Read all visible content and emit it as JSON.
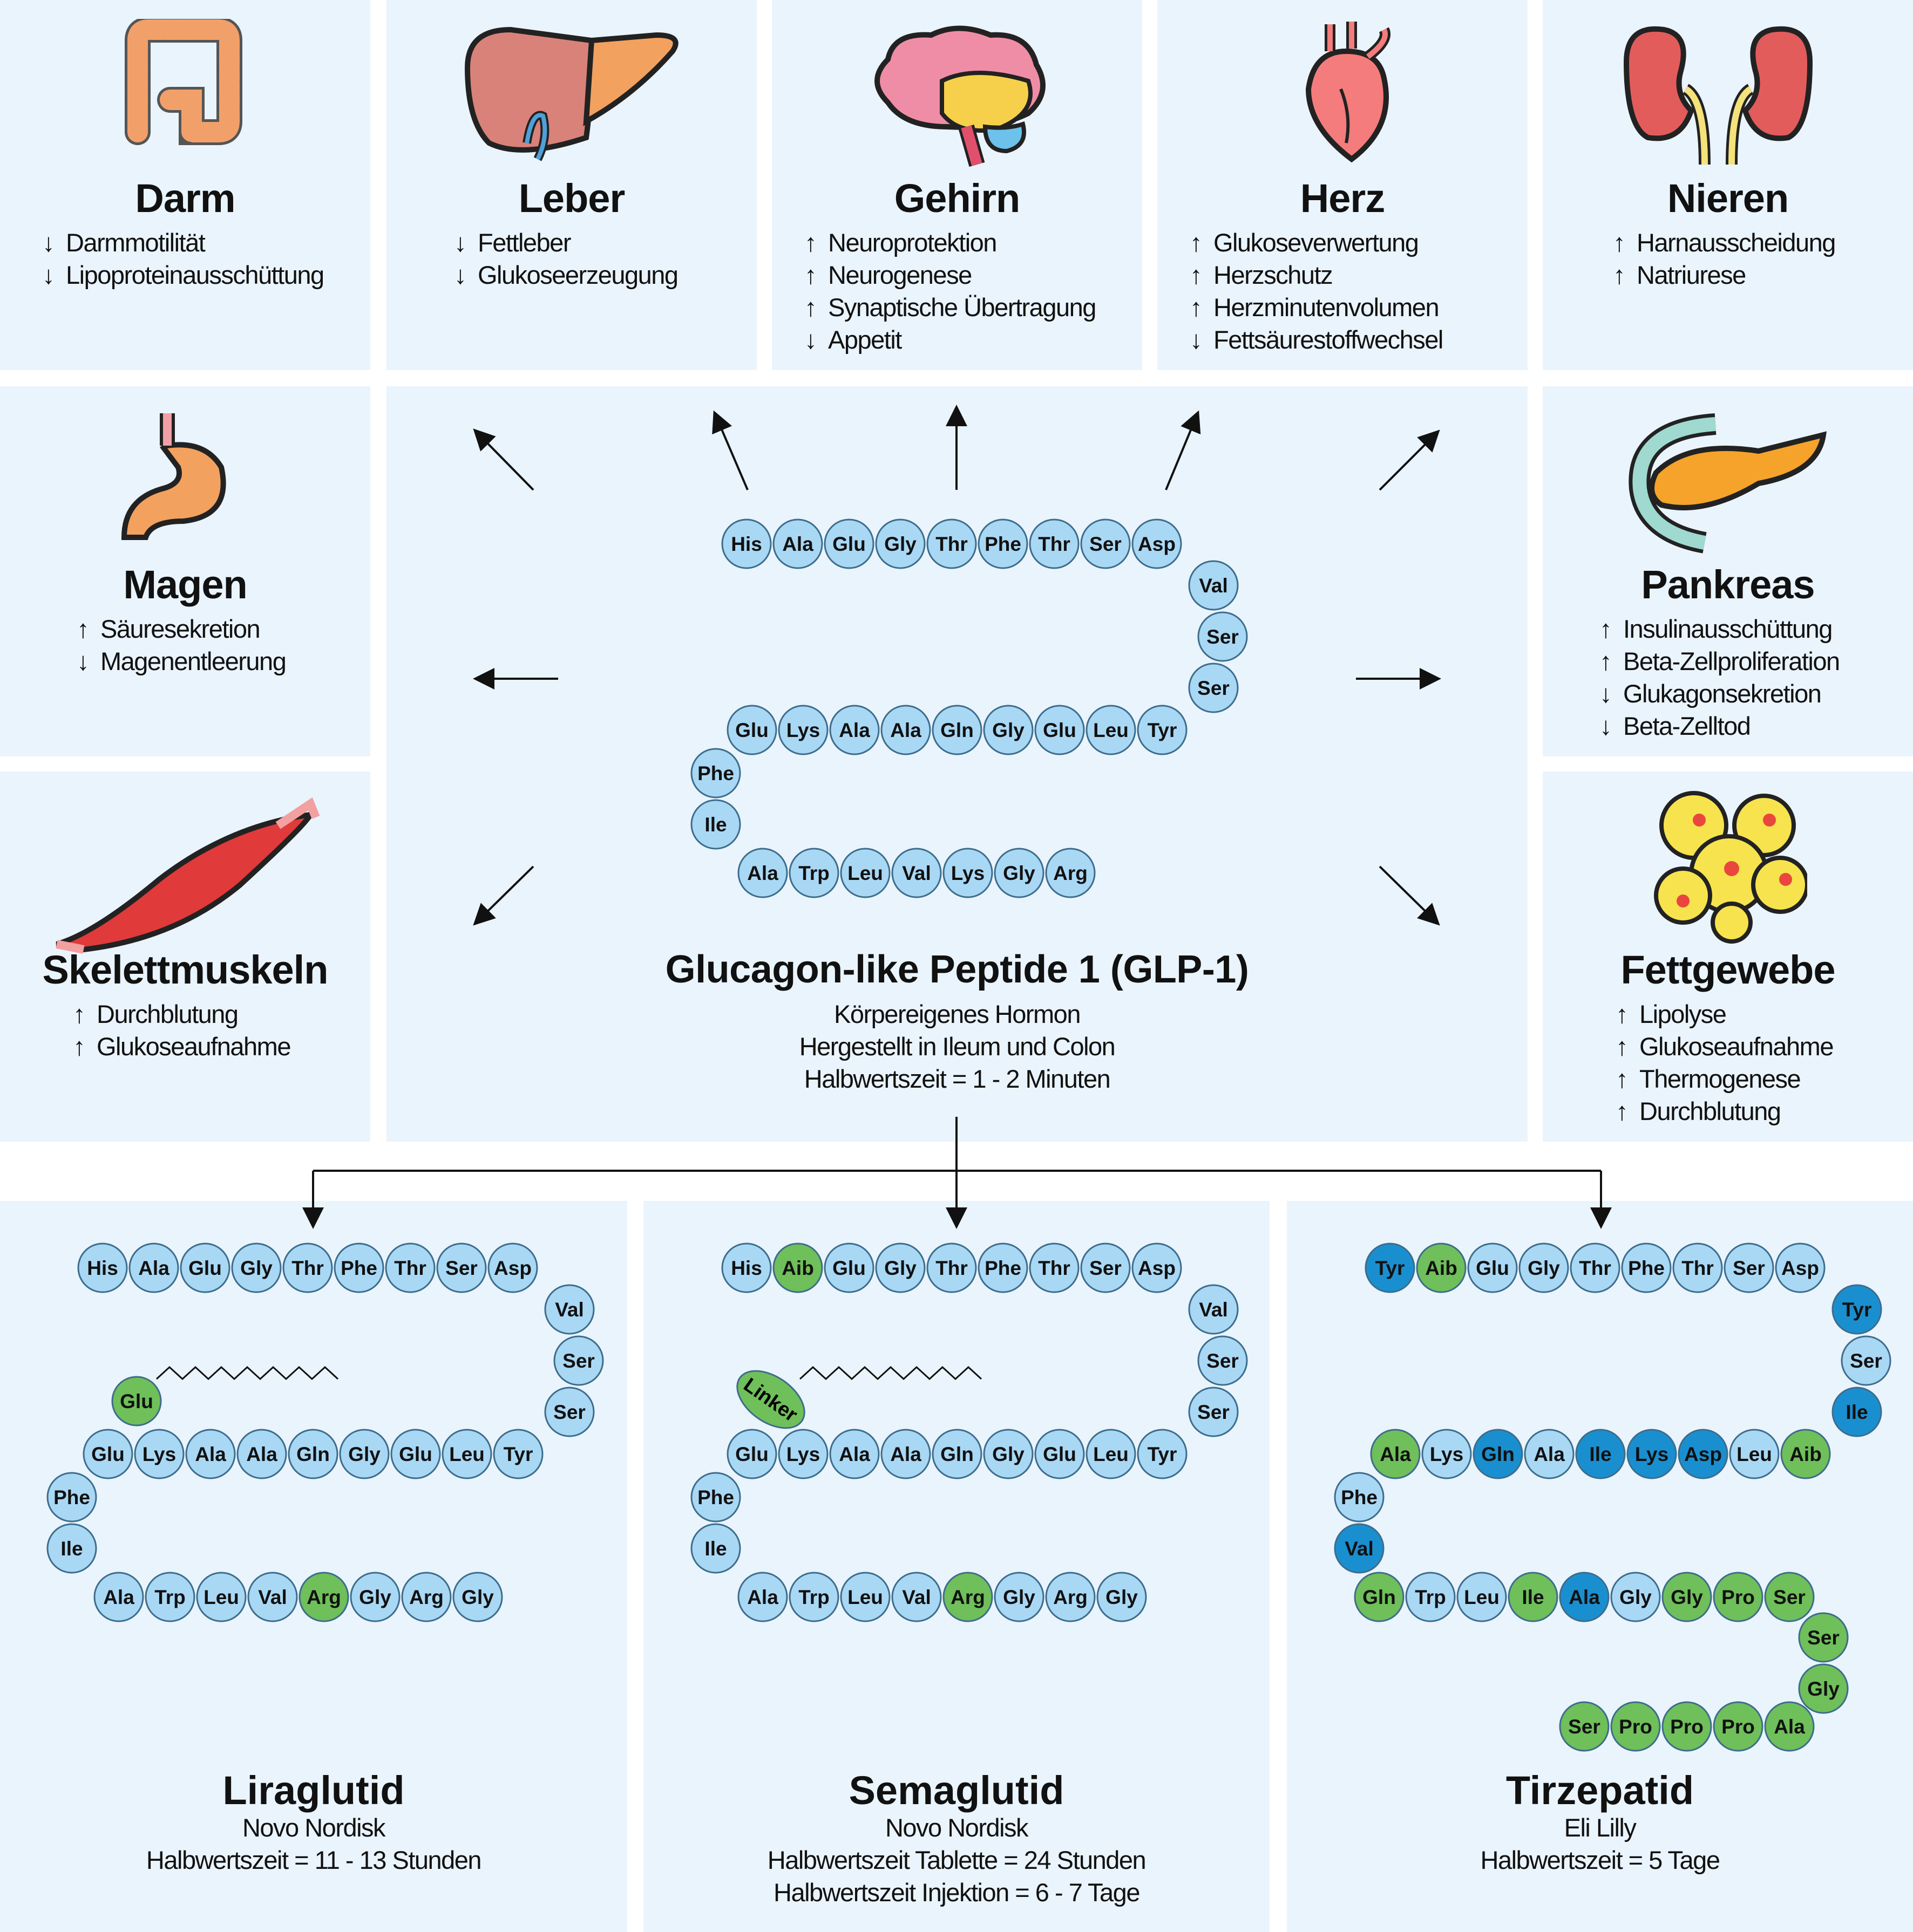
{
  "organs": {
    "darm": {
      "title": "Darm",
      "effects": [
        {
          "dir": "↓",
          "text": "Darmmotilität"
        },
        {
          "dir": "↓",
          "text": "Lipoproteinausschüttung"
        }
      ]
    },
    "leber": {
      "title": "Leber",
      "effects": [
        {
          "dir": "↓",
          "text": "Fettleber"
        },
        {
          "dir": "↓",
          "text": "Glukoseerzeugung"
        }
      ]
    },
    "gehirn": {
      "title": "Gehirn",
      "effects": [
        {
          "dir": "↑",
          "text": "Neuroprotektion"
        },
        {
          "dir": "↑",
          "text": "Neurogenese"
        },
        {
          "dir": "↑",
          "text": "Synaptische Übertragung"
        },
        {
          "dir": "↓",
          "text": "Appetit"
        }
      ]
    },
    "herz": {
      "title": "Herz",
      "effects": [
        {
          "dir": "↑",
          "text": "Glukoseverwertung"
        },
        {
          "dir": "↑",
          "text": "Herzschutz"
        },
        {
          "dir": "↑",
          "text": "Herzminutenvolumen"
        },
        {
          "dir": "↓",
          "text": "Fettsäurestoffwechsel"
        }
      ]
    },
    "nieren": {
      "title": "Nieren",
      "effects": [
        {
          "dir": "↑",
          "text": "Harnausscheidung"
        },
        {
          "dir": "↑",
          "text": "Natriurese"
        }
      ]
    },
    "magen": {
      "title": "Magen",
      "effects": [
        {
          "dir": "↑",
          "text": "Säuresekretion"
        },
        {
          "dir": "↓",
          "text": "Magenentleerung"
        }
      ]
    },
    "pankreas": {
      "title": "Pankreas",
      "effects": [
        {
          "dir": "↑",
          "text": "Insulinausschüttung"
        },
        {
          "dir": "↑",
          "text": "Beta-Zellproliferation"
        },
        {
          "dir": "↓",
          "text": "Glukagonsekretion"
        },
        {
          "dir": "↓",
          "text": "Beta-Zelltod"
        }
      ]
    },
    "skelettmuskeln": {
      "title": "Skelettmuskeln",
      "effects": [
        {
          "dir": "↑",
          "text": "Durchblutung"
        },
        {
          "dir": "↑",
          "text": "Glukoseaufnahme"
        }
      ]
    },
    "fettgewebe": {
      "title": "Fettgewebe",
      "effects": [
        {
          "dir": "↑",
          "text": "Lipolyse"
        },
        {
          "dir": "↑",
          "text": "Glukoseaufnahme"
        },
        {
          "dir": "↑",
          "text": "Thermogenese"
        },
        {
          "dir": "↑",
          "text": "Durchblutung"
        }
      ]
    }
  },
  "glp1": {
    "title": "Glucagon-like Peptide 1 (GLP-1)",
    "line1": "Körpereigenes Hormon",
    "line2": "Hergestellt in Ileum und Colon",
    "line3": "Halbwertszeit = 1 - 2 Minuten",
    "sequence": [
      "His",
      "Ala",
      "Glu",
      "Gly",
      "Thr",
      "Phe",
      "Thr",
      "Ser",
      "Asp",
      "Val",
      "Ser",
      "Ser",
      "Tyr",
      "Leu",
      "Glu",
      "Gly",
      "Gln",
      "Ala",
      "Ala",
      "Lys",
      "Glu",
      "Phe",
      "Ile",
      "Ala",
      "Trp",
      "Leu",
      "Val",
      "Lys",
      "Gly",
      "Arg"
    ]
  },
  "drugs": {
    "liraglutid": {
      "title": "Liraglutid",
      "maker": "Novo Nordisk",
      "line1": "Halbwertszeit = 11 - 13 Stunden",
      "sequence": [
        "His",
        "Ala",
        "Glu",
        "Gly",
        "Thr",
        "Phe",
        "Thr",
        "Ser",
        "Asp",
        "Val",
        "Ser",
        "Ser",
        "Tyr",
        "Leu",
        "Glu",
        "Gly",
        "Gln",
        "Ala",
        "Ala",
        "Lys",
        "Glu",
        "Phe",
        "Ile",
        "Ala",
        "Trp",
        "Leu",
        "Val",
        "Arg",
        "Gly",
        "Arg",
        "Gly"
      ],
      "modified": [
        "Arg:4"
      ],
      "side_chain": "Glu"
    },
    "semaglutid": {
      "title": "Semaglutid",
      "maker": "Novo Nordisk",
      "line1": "Halbwertszeit Tablette = 24 Stunden",
      "line2": "Halbwertszeit Injektion = 6 - 7 Tage",
      "sequence": [
        "His",
        "Aib",
        "Glu",
        "Gly",
        "Thr",
        "Phe",
        "Thr",
        "Ser",
        "Asp",
        "Val",
        "Ser",
        "Ser",
        "Tyr",
        "Leu",
        "Glu",
        "Gly",
        "Gln",
        "Ala",
        "Ala",
        "Lys",
        "Glu",
        "Phe",
        "Ile",
        "Ala",
        "Trp",
        "Leu",
        "Val",
        "Arg",
        "Gly",
        "Arg",
        "Gly"
      ],
      "linker": "Linker"
    },
    "tirzepatid": {
      "title": "Tirzepatid",
      "maker": "Eli Lilly",
      "line1": "Halbwertszeit = 5 Tage",
      "sequence": [
        "Tyr",
        "Aib",
        "Glu",
        "Gly",
        "Thr",
        "Phe",
        "Thr",
        "Ser",
        "Asp",
        "Tyr",
        "Ser",
        "Ile",
        "Aib",
        "Leu",
        "Asp",
        "Lys",
        "Ile",
        "Ala",
        "Gln",
        "Lys",
        "Ala",
        "Phe",
        "Val",
        "Gln",
        "Trp",
        "Leu",
        "Ile",
        "Ala",
        "Gly",
        "Gly",
        "Pro",
        "Ser",
        "Ser",
        "Gly",
        "Ala",
        "Pro",
        "Pro",
        "Pro",
        "Ser"
      ]
    }
  },
  "colors": {
    "panel": "#eaf4fd",
    "residue": "#a9d8f5",
    "residue_border": "#3d6d8c",
    "green": "#6fbf5a",
    "blue": "#1a8fd0"
  }
}
